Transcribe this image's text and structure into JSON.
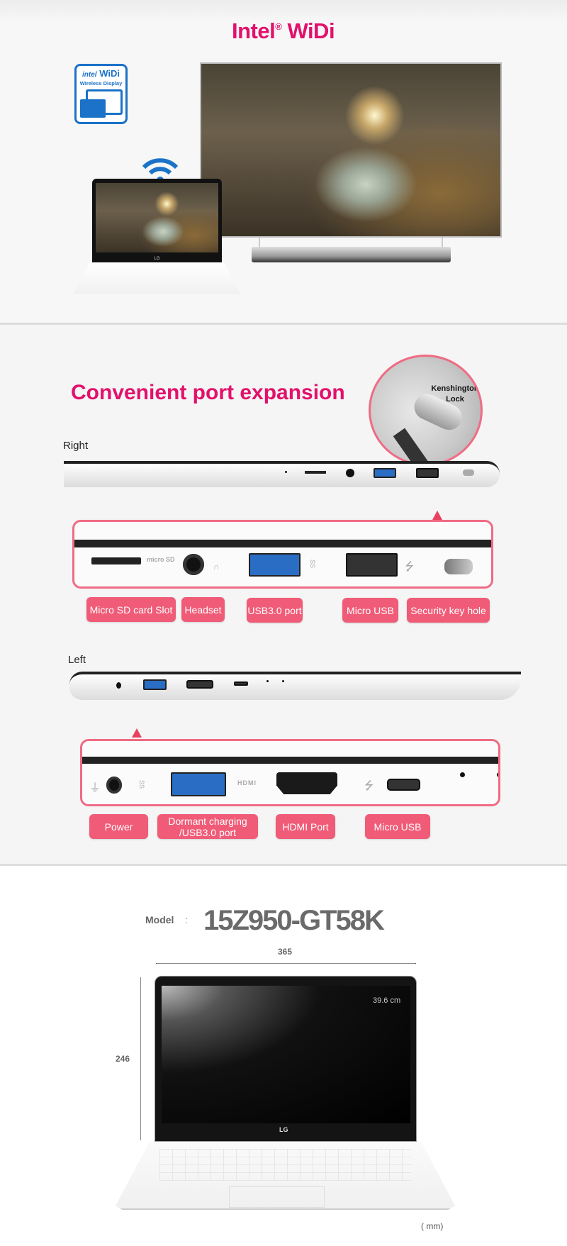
{
  "widi_section": {
    "title": "Intel",
    "title_reg": "®",
    "title_suffix": "WiDi",
    "logo": {
      "brand": "intel",
      "name": "WiDi",
      "subtitle": "Wireless Display"
    },
    "laptop_logo": "LG"
  },
  "ports_section": {
    "title": "Convenient port expansion",
    "lock_callout": [
      "Kenshington",
      "Lock"
    ],
    "right": {
      "side_label": "Right",
      "labels": [
        "Micro SD card Slot",
        "Headset",
        "USB3.0 port",
        "Micro USB",
        "Security key hole"
      ],
      "port_marks": {
        "sd": "micro SD",
        "usb3": "SS"
      }
    },
    "left": {
      "side_label": "Left",
      "labels": [
        "Power",
        "Dormant charging /USB3.0 port",
        "HDMI Port",
        "Micro USB"
      ],
      "port_marks": {
        "hdmi": "HDMI",
        "usb3": "SS"
      }
    }
  },
  "model_section": {
    "model_label": "Model",
    "colon": ":",
    "model_number": "15Z950-GT58K",
    "width": "365",
    "height": "246",
    "screen_size": "39.6 cm",
    "unit": "( mm)",
    "laptop_logo": "LG"
  },
  "colors": {
    "accent": "#e3106c",
    "label": "#f05b77",
    "box_border": "#f06b84"
  }
}
